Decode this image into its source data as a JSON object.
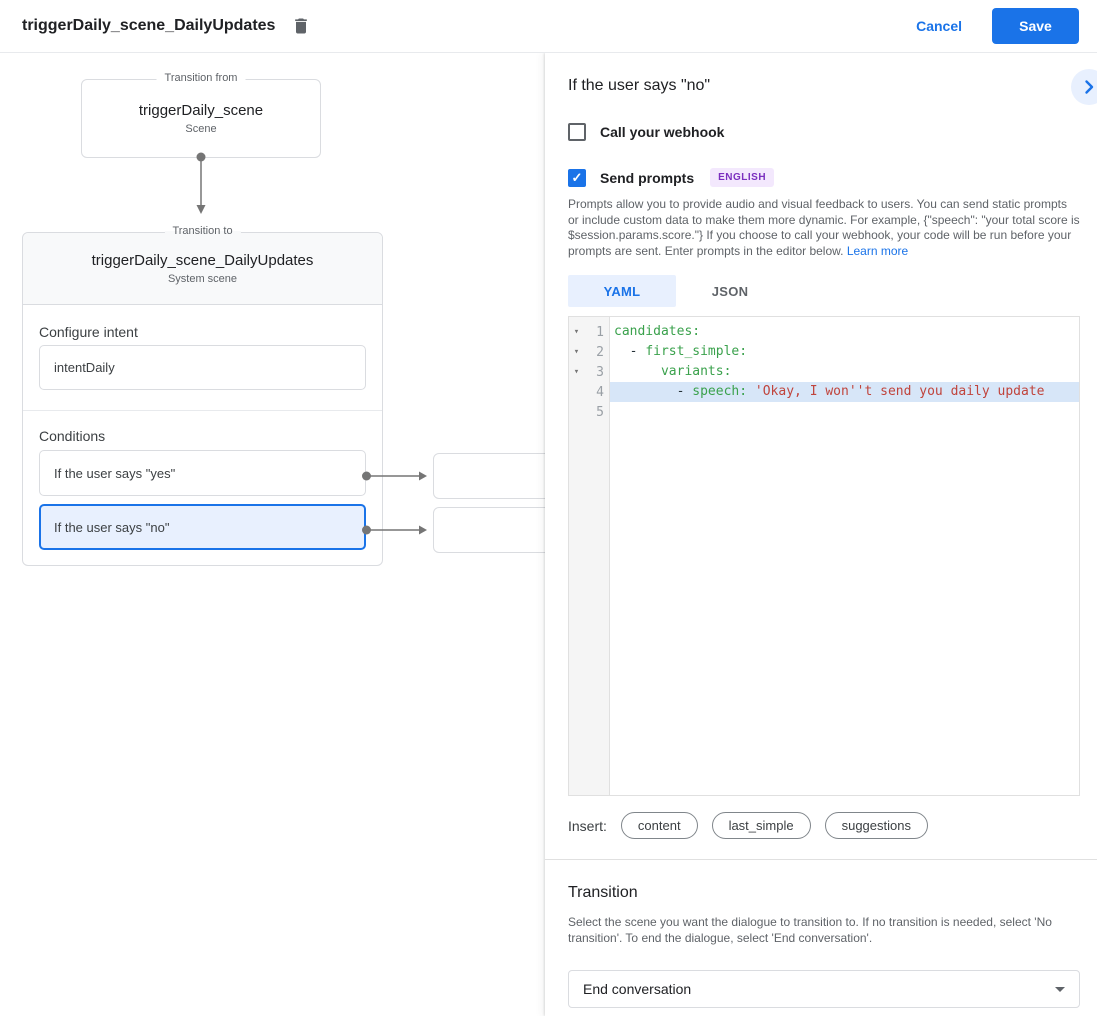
{
  "header": {
    "title": "triggerDaily_scene_DailyUpdates",
    "cancel_label": "Cancel",
    "save_label": "Save"
  },
  "canvas": {
    "from_node": {
      "legend": "Transition from",
      "title": "triggerDaily_scene",
      "subtitle": "Scene"
    },
    "to_node": {
      "legend": "Transition to",
      "title": "triggerDaily_scene_DailyUpdates",
      "subtitle": "System scene",
      "configure_intent_label": "Configure intent",
      "intent_value": "intentDaily",
      "conditions_label": "Conditions",
      "conditions": [
        {
          "label": "If the user says \"yes\"",
          "selected": false
        },
        {
          "label": "If the user says \"no\"",
          "selected": true
        }
      ]
    }
  },
  "panel": {
    "title": "If the user says \"no\"",
    "webhook": {
      "label": "Call your webhook",
      "checked": false
    },
    "send_prompts": {
      "label": "Send prompts",
      "checked": true,
      "badge": "ENGLISH"
    },
    "description": "Prompts allow you to provide audio and visual feedback to users. You can send static prompts or include custom data to make them more dynamic. For example, {\"speech\": \"your total score is $session.params.score.\"} If you choose to call your webhook, your code will be run before your prompts are sent. Enter prompts in the editor below. ",
    "learn_more": "Learn more",
    "tabs": [
      {
        "label": "YAML",
        "active": true
      },
      {
        "label": "JSON",
        "active": false
      }
    ],
    "editor": {
      "lines": [
        {
          "num": 1,
          "fold": true,
          "highlight": false,
          "tokens": [
            [
              "key",
              "candidates:"
            ]
          ]
        },
        {
          "num": 2,
          "fold": true,
          "highlight": false,
          "tokens": [
            [
              "plain",
              "  - "
            ],
            [
              "key",
              "first_simple:"
            ]
          ]
        },
        {
          "num": 3,
          "fold": true,
          "highlight": false,
          "tokens": [
            [
              "plain",
              "      "
            ],
            [
              "key",
              "variants:"
            ]
          ]
        },
        {
          "num": 4,
          "fold": false,
          "highlight": true,
          "tokens": [
            [
              "plain",
              "        - "
            ],
            [
              "key",
              "speech: "
            ],
            [
              "string",
              "'Okay, I won''t send you daily update"
            ]
          ]
        },
        {
          "num": 5,
          "fold": false,
          "highlight": false,
          "tokens": []
        }
      ]
    },
    "insert": {
      "label": "Insert:",
      "chips": [
        "content",
        "last_simple",
        "suggestions"
      ]
    },
    "transition": {
      "title": "Transition",
      "description": "Select the scene you want the dialogue to transition to. If no transition is needed, select 'No transition'. To end the dialogue, select 'End conversation'.",
      "select_value": "End conversation"
    }
  },
  "colors": {
    "accent": "#1a73e8",
    "accent_bg": "#e8f0fe",
    "code_key": "#3aa14c",
    "code_string": "#c0443c",
    "code_highlight": "#d7e6f8",
    "badge_bg": "#f3e8fd",
    "badge_text": "#7b2fbf"
  }
}
